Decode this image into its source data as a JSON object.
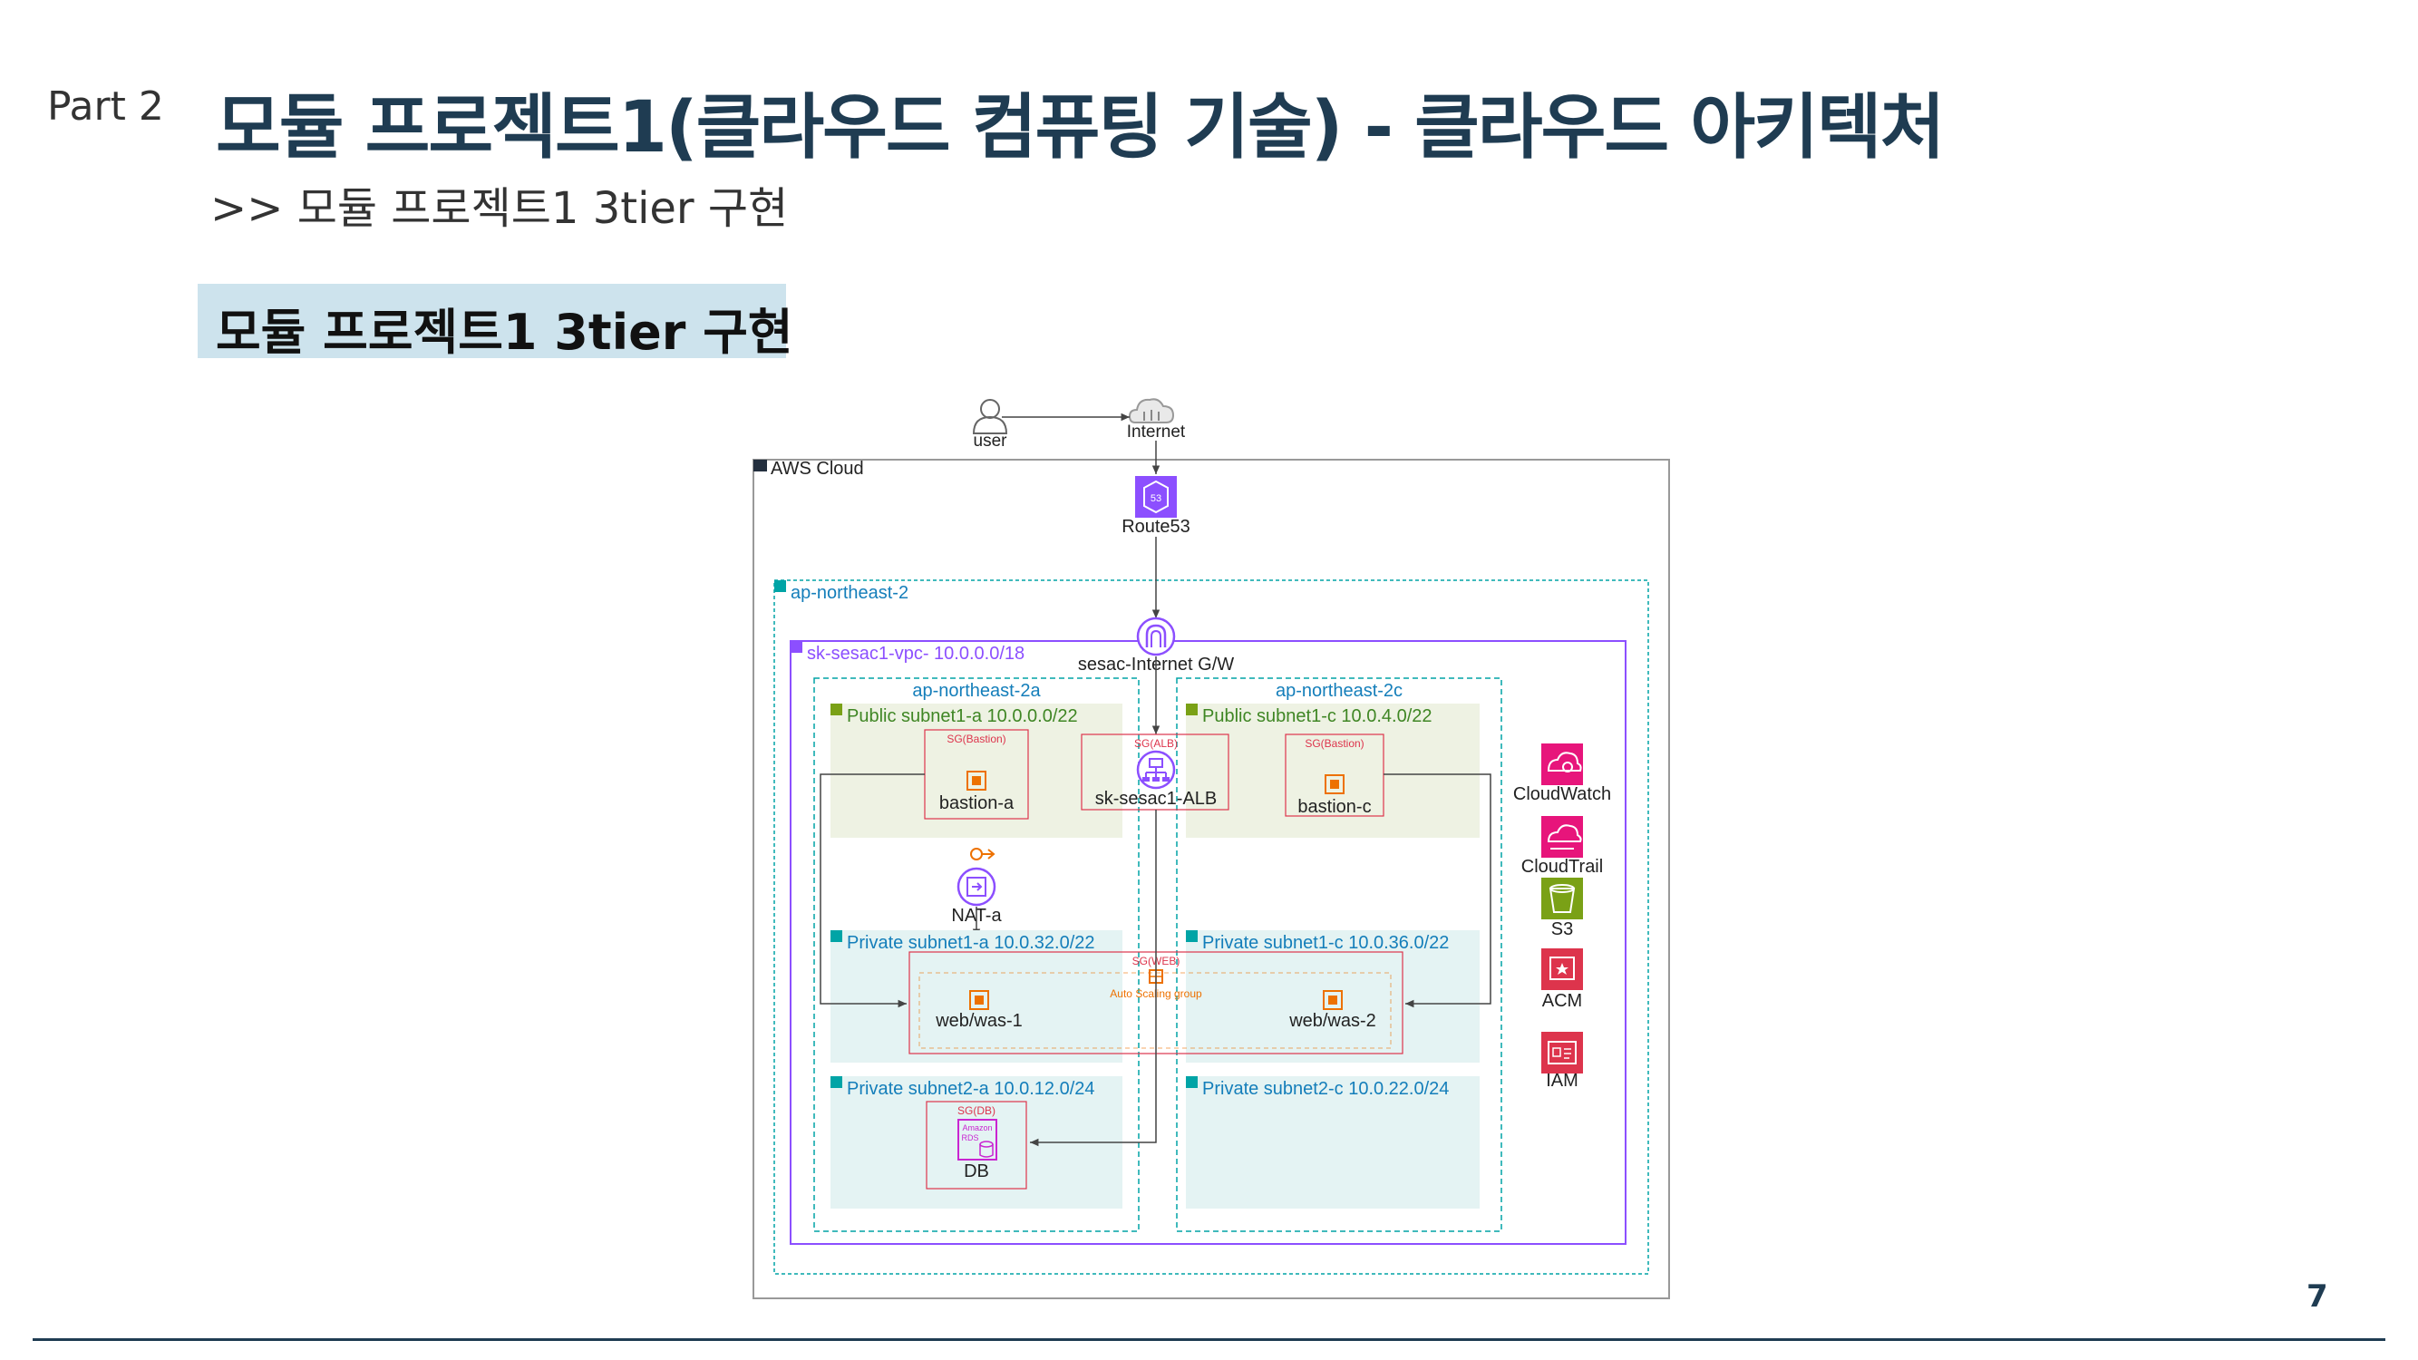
{
  "slide": {
    "part": "Part 2",
    "title": "모듈 프로젝트1(클라우드 컴퓨팅 기술)  - 클라우드 아키텍처",
    "subtitle": ">> 모듈 프로젝트1 3tier 구현",
    "section_label": "모듈 프로젝트1 3tier 구현",
    "page_number": "7"
  },
  "diagram": {
    "user": "user",
    "internet": "Internet",
    "aws_cloud": "AWS Cloud",
    "route53": "Route53",
    "region": "ap-northeast-2",
    "vpc": "sk-sesac1-vpc- 10.0.0.0/18",
    "igw": "sesac-Internet G/W",
    "az_a": "ap-northeast-2a",
    "az_c": "ap-northeast-2c",
    "public_a": "Public subnet1-a 10.0.0.0/22",
    "public_c": "Public subnet1-c 10.0.4.0/22",
    "sg_bastion_a": "SG(Bastion)",
    "sg_bastion_c": "SG(Bastion)",
    "sg_alb": "SG(ALB)",
    "bastion_a": "bastion-a",
    "bastion_c": "bastion-c",
    "alb": "sk-sesac1-ALB",
    "nat": "NAT-a",
    "private1_a": "Private subnet1-a 10.0.32.0/22",
    "private1_c": "Private subnet1-c 10.0.36.0/22",
    "sg_web": "SG(WEB)",
    "asg": "Auto Scaling group",
    "web1": "web/was-1",
    "web2": "web/was-2",
    "private2_a": "Private subnet2-a 10.0.12.0/24",
    "private2_c": "Private subnet2-c 10.0.22.0/24",
    "sg_db": "SG(DB)",
    "rds_badge_1": "Amazon",
    "rds_badge_2": "RDS",
    "db": "DB",
    "cloudwatch": "CloudWatch",
    "cloudtrail": "CloudTrail",
    "s3": "S3",
    "acm": "ACM",
    "iam": "IAM"
  },
  "colors": {
    "title": "#1f3c52",
    "section_bg": "#cde3ed",
    "public_subnet": "#eef2e3",
    "private_subnet": "#e4f3f3",
    "vpc": "#8c4fff",
    "region": "#00a4a6",
    "public_label": "#3f8624",
    "private_label": "#147eba",
    "security_group": "#dd344c",
    "compute": "#ed7100",
    "management": "#e7157b",
    "storage": "#7aa116",
    "security": "#dd344c"
  }
}
